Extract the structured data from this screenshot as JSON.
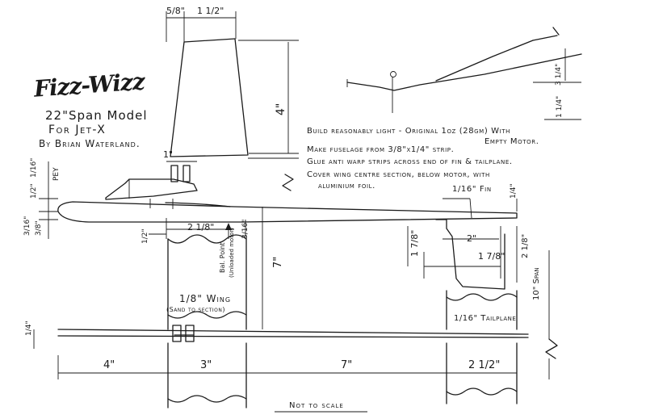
{
  "title": {
    "name": "Fizz-Wizz",
    "subtitle": "22\"Span Model",
    "for_line": "For Jet-X",
    "author": "By Brian Waterland."
  },
  "notes": [
    "Build reasonably light - Original 1oz (28gm) With",
    "Empty Motor.",
    "Make fuselage from 3/8\"x1/4\" strip.",
    "Glue anti warp strips across end of fin & tailplane.",
    "Cover wing centre section, below motor, with",
    "aluminium foil."
  ],
  "dimensions": {
    "root_offset": "5/8\"",
    "tip_chord": "1 1/2\"",
    "wing_height": "4\"",
    "pylon_length": "1\"",
    "pylon_rise": "1/16\"",
    "motor_rise": "1/2\"",
    "fuselage_top": "3/16\"",
    "fuselage_bottom": "3/8\"",
    "wing_chord": "2 1/8\"",
    "bal_point_gap": "3/16\"",
    "leading_edge_drop": "1/2\"",
    "half_span": "7\"",
    "dihedral_tip": "3 1/4\"",
    "dihedral_mid": "1 1/4\"",
    "fin_height": "1 7/8\"",
    "fin_chord": "2\"",
    "fin_tip": "1 7/8\"",
    "tail_right": "2 1/8\"",
    "tail_top": "1/4\"",
    "tailplane_span": "10\" Span",
    "nose_length": "4\"",
    "wing_root": "3\"",
    "tail_moment": "7\"",
    "tailplane_chord": "2 1/2\"",
    "fuselage_depth": "1/4\""
  },
  "labels": {
    "pey": "PEY",
    "bal_point": "Bal. Point",
    "unloaded": "(Unloaded motor)",
    "fin": "1/16\" Fin",
    "wing": "1/8\" Wing",
    "wing_note": "(Sand to section)",
    "tailplane": "1/16\" Tailplane",
    "scale": "Not to scale"
  }
}
